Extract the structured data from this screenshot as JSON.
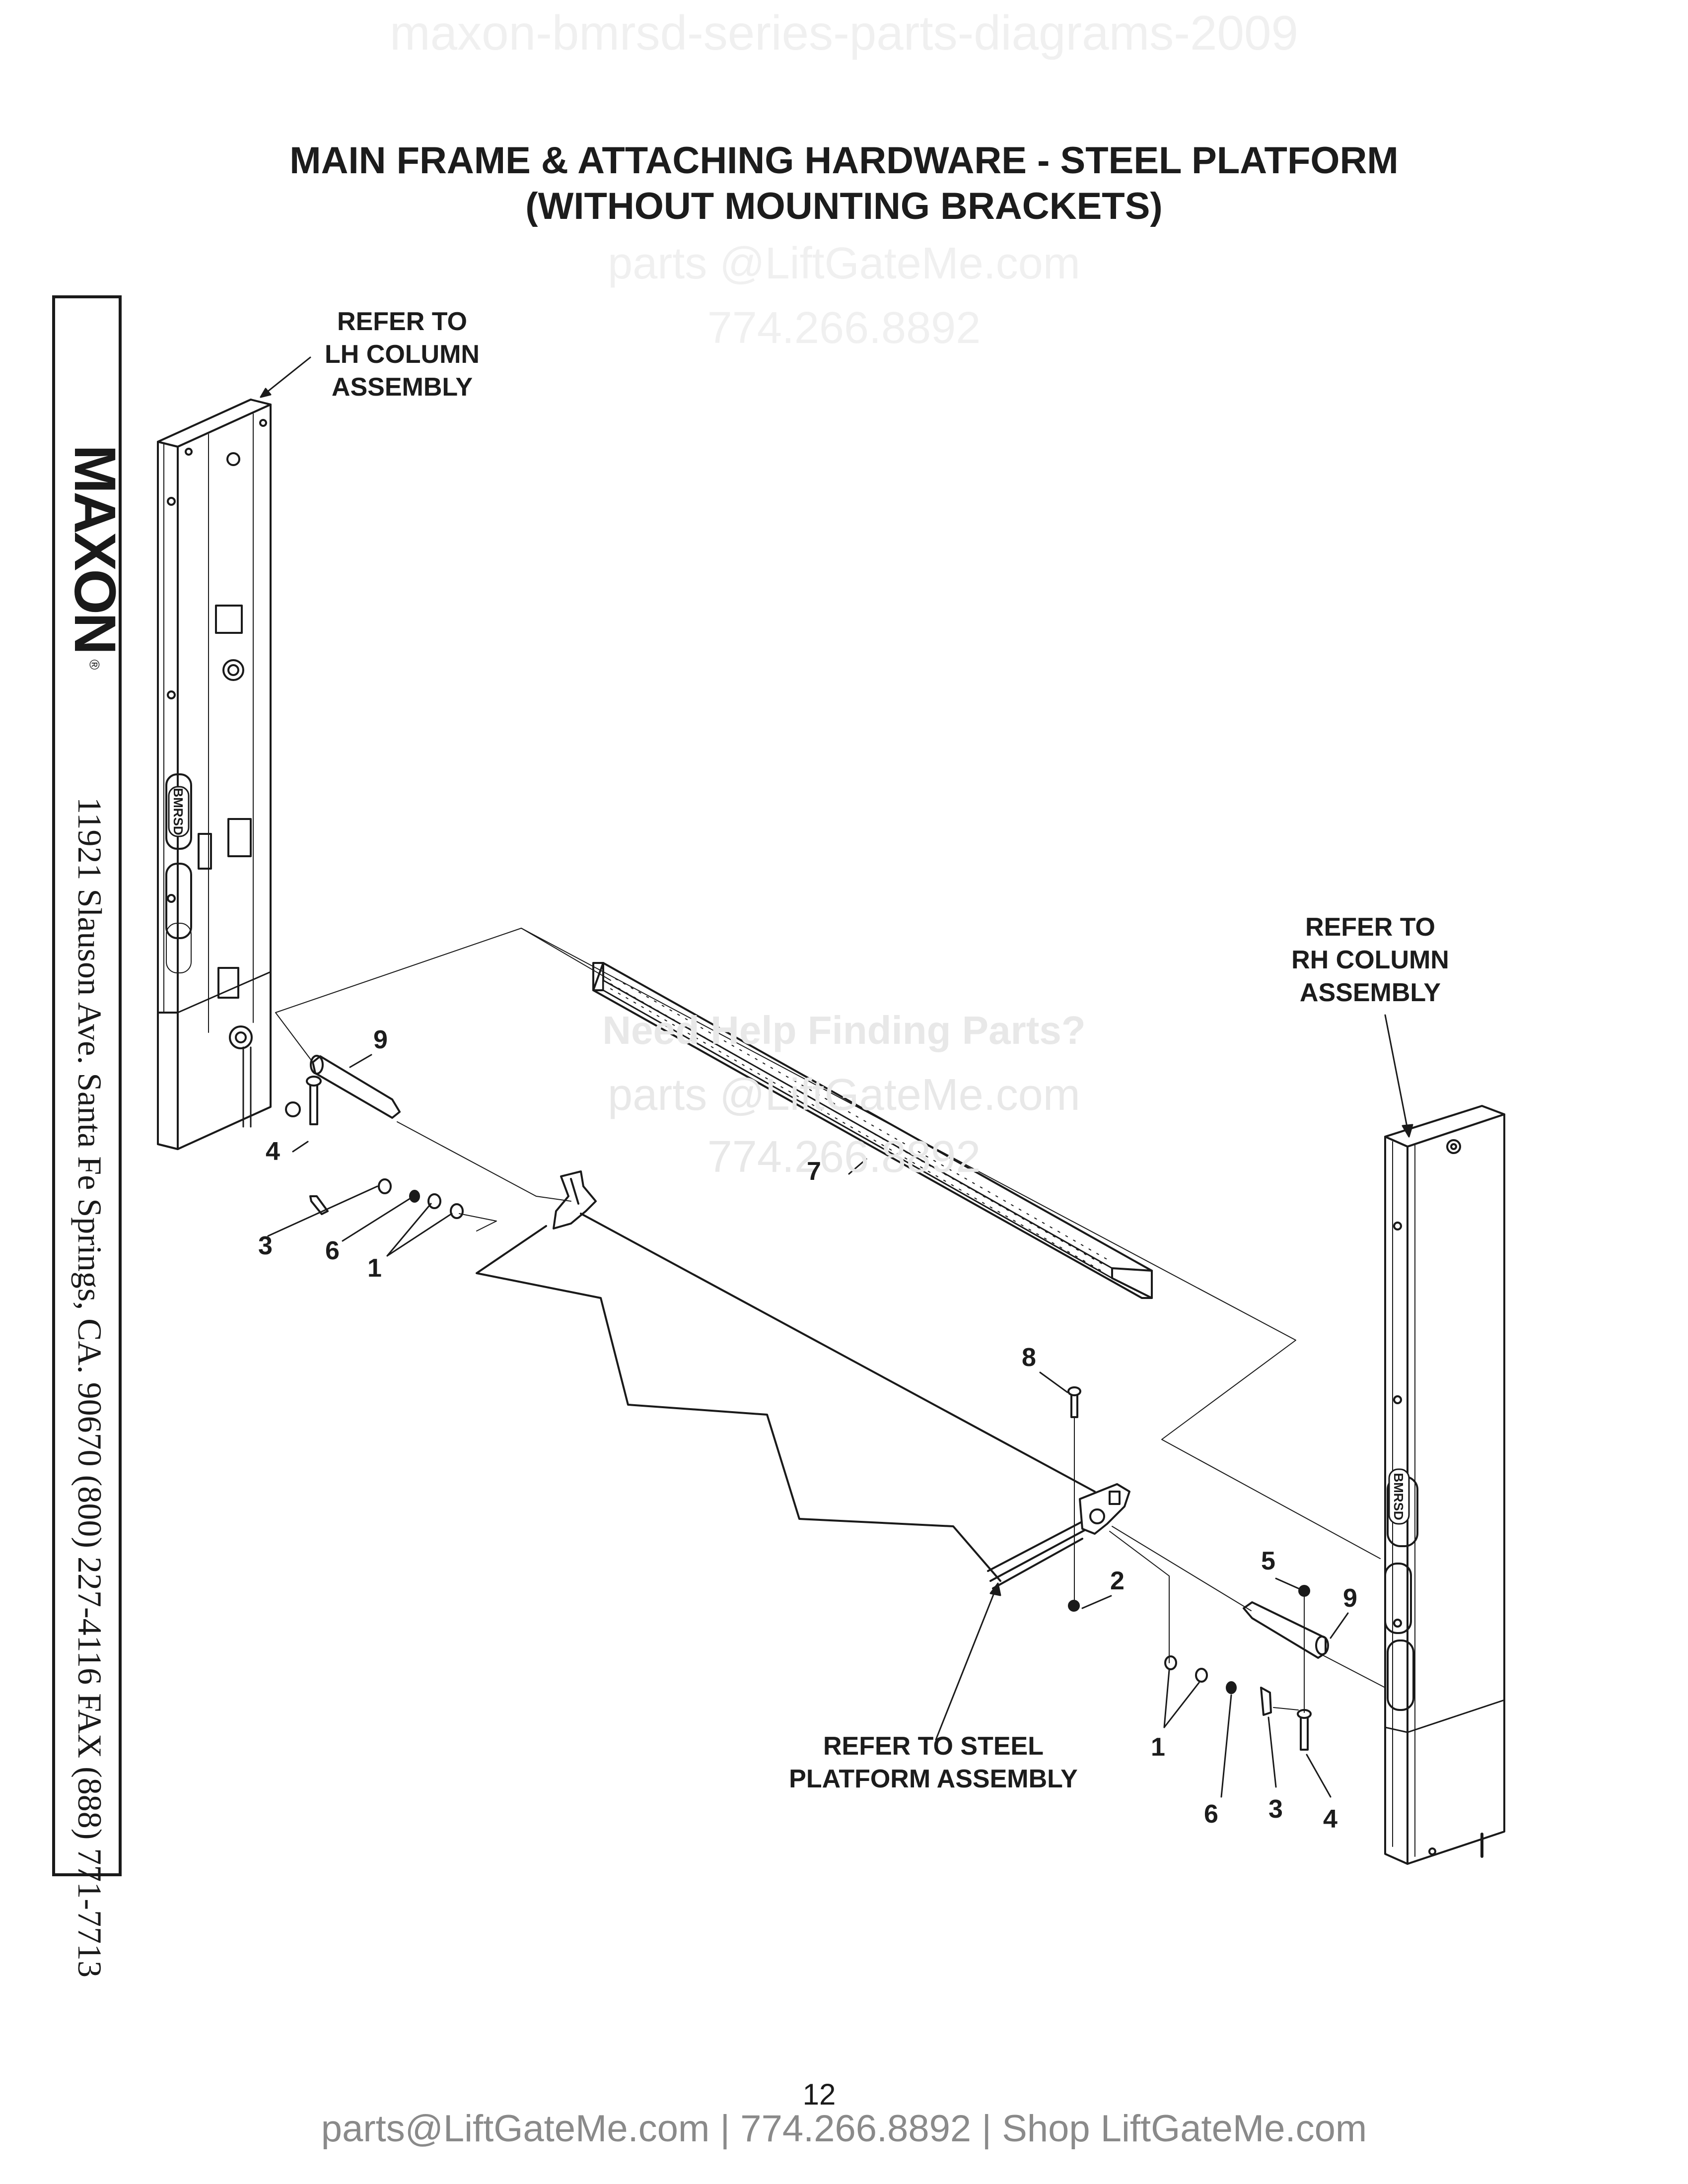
{
  "watermarks": {
    "top": "maxon-bmrsd-series-parts-diagrams-2009",
    "email_1": "parts @LiftGateMe.com",
    "phone_1": "774.266.8892",
    "help": "Need Help Finding Parts?",
    "email_2": "parts @LiftGateMe.com",
    "phone_2": "774.266.8892"
  },
  "title": {
    "line1": "MAIN FRAME & ATTACHING HARDWARE - STEEL PLATFORM",
    "line2": "(WITHOUT MOUNTING BRACKETS)"
  },
  "sidebar": {
    "brand": "MAXON",
    "registered": "®",
    "address": "11921 Slauson Ave.  Santa Fe Springs, CA.  90670  (800) 227-4116  FAX (888) 771-7713"
  },
  "callouts": {
    "lh_column": [
      "REFER TO",
      "LH COLUMN",
      "ASSEMBLY"
    ],
    "rh_column": [
      "REFER TO",
      "RH COLUMN",
      "ASSEMBLY"
    ],
    "platform": [
      "REFER TO STEEL",
      "PLATFORM ASSEMBLY"
    ]
  },
  "item_numbers": {
    "left_pin": "9",
    "left_bolt": "4",
    "left_capscrew": "3",
    "left_lockwasher": "6",
    "left_washers": "1",
    "threshold_plate": "7",
    "top_screw": "8",
    "nut": "2",
    "set_screw": "5",
    "right_pin": "9",
    "right_washers": "1",
    "right_lockwasher": "6",
    "right_capscrew": "3",
    "right_bolt": "4"
  },
  "column_label": "BMRSD",
  "page_number": "12",
  "footer": "parts@LiftGateMe.com | 774.266.8892 | Shop LiftGateMe.com",
  "colors": {
    "ink": "#1a1a1a",
    "watermark": "#f0f0f0",
    "footer_gray": "#8a8a8a"
  }
}
